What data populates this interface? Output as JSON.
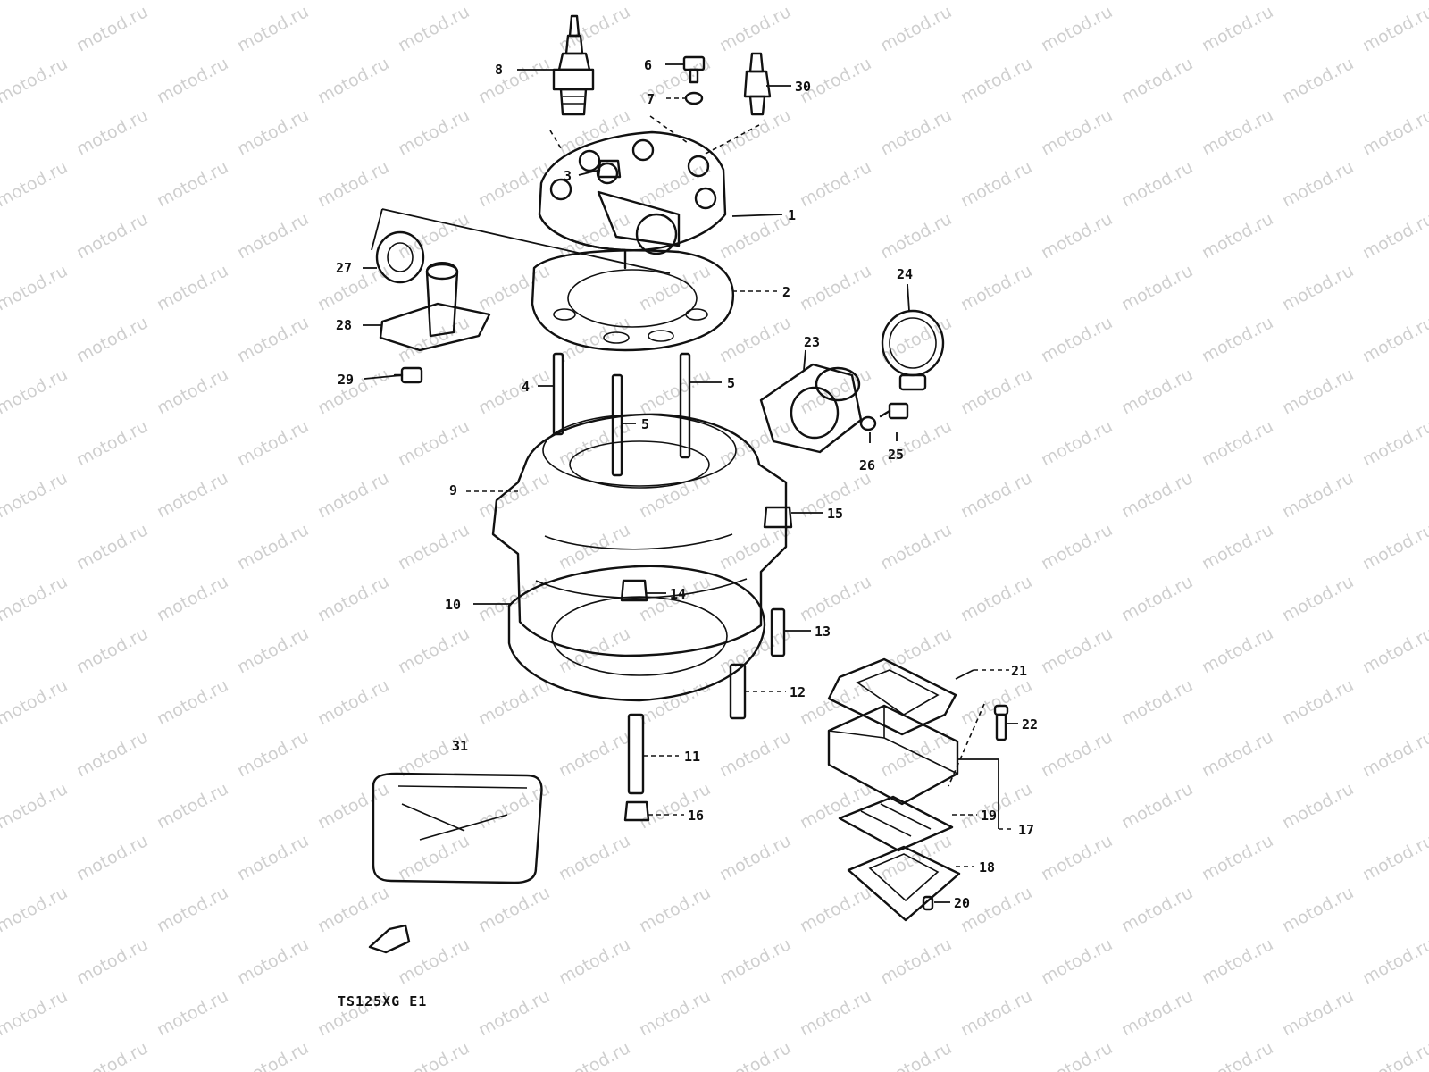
{
  "watermark": "motod.ru",
  "diagram_code": "TS125XG E1",
  "callouts": [
    "1",
    "2",
    "3",
    "4",
    "5",
    "5",
    "6",
    "7",
    "8",
    "9",
    "10",
    "11",
    "12",
    "13",
    "14",
    "15",
    "16",
    "17",
    "18",
    "19",
    "20",
    "21",
    "22",
    "23",
    "24",
    "25",
    "26",
    "27",
    "28",
    "29",
    "30",
    "31"
  ],
  "icons": {
    "arrow": "front-arrow-icon"
  },
  "colors": {
    "line": "#111111",
    "watermark": "#cfcfcf",
    "background": "#ffffff"
  }
}
